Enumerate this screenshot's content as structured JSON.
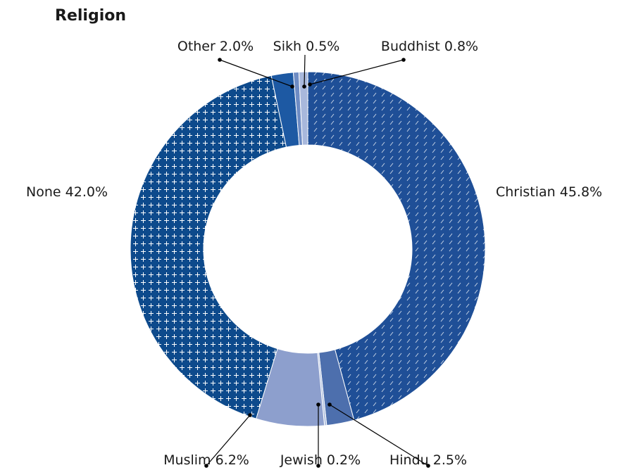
{
  "chart_data": {
    "type": "pie",
    "title": "Religion",
    "donut": true,
    "slices": [
      {
        "label": "Christian",
        "value": 45.8,
        "display": "Christian 45.8%",
        "color": "#1f4f97",
        "pattern": "dashes"
      },
      {
        "label": "Hindu",
        "value": 2.5,
        "display": "Hindu 2.5%",
        "color": "#4d6fad",
        "pattern": "none"
      },
      {
        "label": "Jewish",
        "value": 0.2,
        "display": "Jewish 0.2%",
        "color": "#b3c2df",
        "pattern": "none"
      },
      {
        "label": "Muslim",
        "value": 6.2,
        "display": "Muslim 6.2%",
        "color": "#8d9fcd",
        "pattern": "none"
      },
      {
        "label": "None",
        "value": 42.0,
        "display": "None 42.0%",
        "color": "#0d4a8c",
        "pattern": "crosses"
      },
      {
        "label": "Other",
        "value": 2.0,
        "display": "Other 2.0%",
        "color": "#1d59a3",
        "pattern": "none"
      },
      {
        "label": "Sikh",
        "value": 0.5,
        "display": "Sikh 0.5%",
        "color": "#6e8cc4",
        "pattern": "none"
      },
      {
        "label": "Buddhist",
        "value": 0.8,
        "display": "Buddhist 0.8%",
        "color": "#a8b8dc",
        "pattern": "none"
      }
    ],
    "start_angle_deg": 0,
    "direction": "clockwise"
  }
}
